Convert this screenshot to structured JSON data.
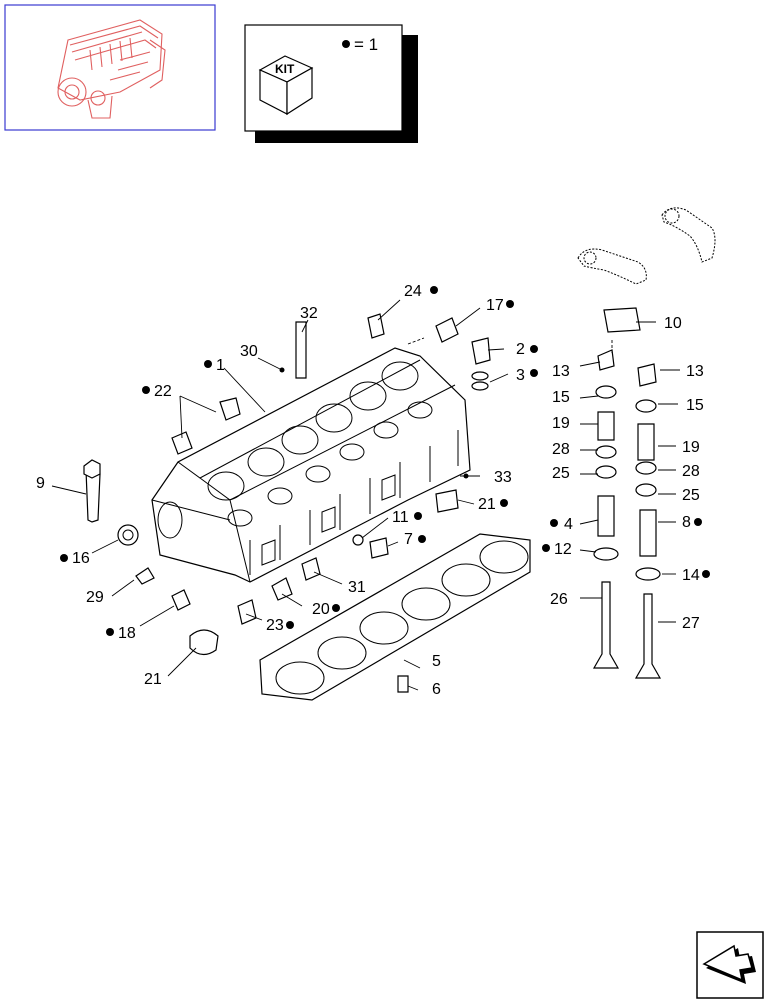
{
  "legend": {
    "kit_label": "KIT",
    "kit_meaning": "= 1"
  },
  "colors": {
    "thumbnail_border": "#3a3ad0",
    "engine_thumbnail": "#e06060",
    "line": "#000000"
  },
  "callouts": [
    {
      "id": "c1",
      "text": "1",
      "dot": "before"
    },
    {
      "id": "c2",
      "text": "2",
      "dot": "after"
    },
    {
      "id": "c3",
      "text": "3",
      "dot": "after"
    },
    {
      "id": "c4",
      "text": "4",
      "dot": "before"
    },
    {
      "id": "c5",
      "text": "5",
      "dot": "none"
    },
    {
      "id": "c6",
      "text": "6",
      "dot": "none"
    },
    {
      "id": "c7",
      "text": "7",
      "dot": "after"
    },
    {
      "id": "c8",
      "text": "8",
      "dot": "after"
    },
    {
      "id": "c9",
      "text": "9",
      "dot": "none"
    },
    {
      "id": "c10",
      "text": "10",
      "dot": "none"
    },
    {
      "id": "c11",
      "text": "11",
      "dot": "after"
    },
    {
      "id": "c12",
      "text": "12",
      "dot": "before"
    },
    {
      "id": "c13a",
      "text": "13",
      "dot": "none"
    },
    {
      "id": "c13b",
      "text": "13",
      "dot": "none"
    },
    {
      "id": "c14",
      "text": "14",
      "dot": "after"
    },
    {
      "id": "c15a",
      "text": "15",
      "dot": "none"
    },
    {
      "id": "c15b",
      "text": "15",
      "dot": "none"
    },
    {
      "id": "c16",
      "text": "16",
      "dot": "before"
    },
    {
      "id": "c17",
      "text": "17",
      "dot": "after"
    },
    {
      "id": "c18",
      "text": "18",
      "dot": "before"
    },
    {
      "id": "c19a",
      "text": "19",
      "dot": "none"
    },
    {
      "id": "c19b",
      "text": "19",
      "dot": "none"
    },
    {
      "id": "c20",
      "text": "20",
      "dot": "after"
    },
    {
      "id": "c21a",
      "text": "21",
      "dot": "after"
    },
    {
      "id": "c21b",
      "text": "21",
      "dot": "none"
    },
    {
      "id": "c22",
      "text": "22",
      "dot": "before"
    },
    {
      "id": "c23",
      "text": "23",
      "dot": "after"
    },
    {
      "id": "c24",
      "text": "24",
      "dot": "after"
    },
    {
      "id": "c25a",
      "text": "25",
      "dot": "none"
    },
    {
      "id": "c25b",
      "text": "25",
      "dot": "none"
    },
    {
      "id": "c26",
      "text": "26",
      "dot": "none"
    },
    {
      "id": "c27",
      "text": "27",
      "dot": "none"
    },
    {
      "id": "c28a",
      "text": "28",
      "dot": "none"
    },
    {
      "id": "c28b",
      "text": "28",
      "dot": "none"
    },
    {
      "id": "c29",
      "text": "29",
      "dot": "none"
    },
    {
      "id": "c30",
      "text": "30",
      "dot": "none"
    },
    {
      "id": "c31",
      "text": "31",
      "dot": "none"
    },
    {
      "id": "c32",
      "text": "32",
      "dot": "none"
    },
    {
      "id": "c33",
      "text": "33",
      "dot": "none"
    }
  ],
  "icons": {
    "thumbnail": "engine-thumbnail-icon",
    "kit_box": "kit-box-icon",
    "navigation": "next-page-arrow-icon"
  }
}
